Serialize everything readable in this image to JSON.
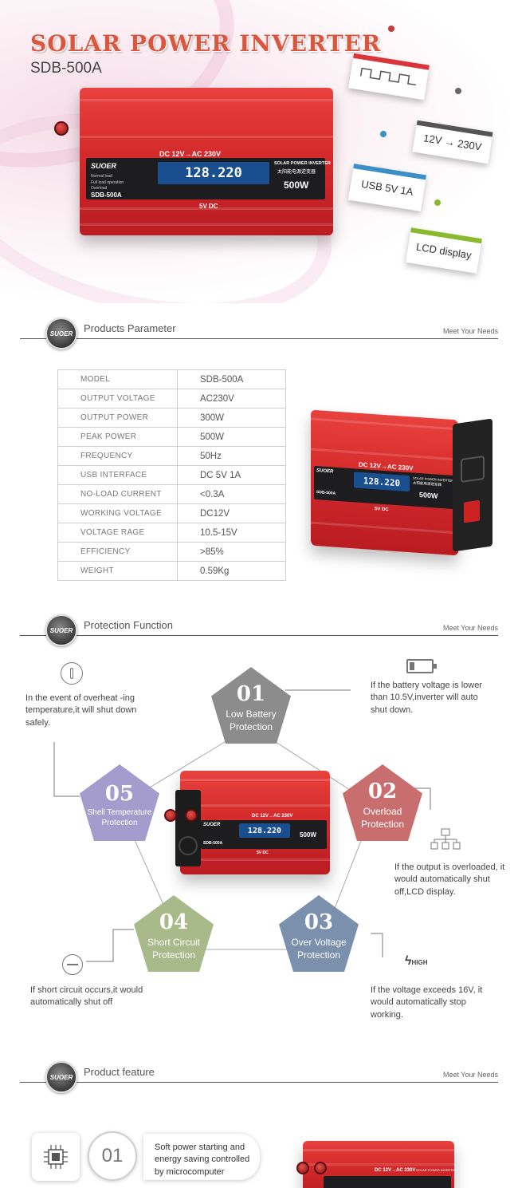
{
  "hero": {
    "title": "SOLAR POWER INVERTER",
    "model": "SDB-500A",
    "inverter": {
      "brand": "SUOER",
      "dc_label": "DC 12V→AC 230V",
      "panel_title": "SOLAR POWER INVERTER",
      "panel_subtitle": "太阳能电源逆变器",
      "lcd_reading": "128.220",
      "watt": "500W",
      "usb": "5V DC",
      "model": "SDB-500A",
      "legend": [
        "Normal load",
        "Full load operation",
        "Overload"
      ]
    },
    "tags": [
      {
        "label": "",
        "icon": "square-wave-icon",
        "color": "#d8343a"
      },
      {
        "label": "12V → 230V",
        "color": "#555555"
      },
      {
        "label": "USB 5V 1A",
        "color": "#3a8fc8"
      },
      {
        "label": "LCD display",
        "color": "#8ab92d"
      }
    ]
  },
  "sections": {
    "parameter": {
      "title": "Products Parameter",
      "sub": "Meet Your Needs"
    },
    "protection": {
      "title": "Protection Function",
      "sub": "Meet Your Needs"
    },
    "feature": {
      "title": "Product feature",
      "sub": "Meet Your Needs"
    }
  },
  "params": [
    {
      "key": "MODEL",
      "value": "SDB-500A"
    },
    {
      "key": "OUTPUT VOLTAGE",
      "value": "AC230V"
    },
    {
      "key": "OUTPUT POWER",
      "value": "300W"
    },
    {
      "key": "PEAK POWER",
      "value": "500W"
    },
    {
      "key": "FREQUENCY",
      "value": "50Hz"
    },
    {
      "key": "USB INTERFACE",
      "value": "DC 5V 1A"
    },
    {
      "key": "NO-LOAD CURRENT",
      "value": "<0.3A"
    },
    {
      "key": "WORKING VOLTAGE",
      "value": "DC12V"
    },
    {
      "key": "VOLTAGE RAGE",
      "value": "10.5-15V"
    },
    {
      "key": "EFFICIENCY",
      "value": ">85%"
    },
    {
      "key": "WEIGHT",
      "value": "0.59Kg"
    }
  ],
  "protection": [
    {
      "num": "01",
      "label": "Low Battery Protection",
      "color": "#8c8c8c",
      "text": "If the battery voltage is lower than 10.5V,inverter will auto shut down."
    },
    {
      "num": "02",
      "label": "Overload Protection",
      "color": "#c96e6e",
      "text": "If the output is overloaded, it would automatically shut off,LCD display."
    },
    {
      "num": "03",
      "label": "Over Voltage Protection",
      "color": "#7b90ad",
      "text": "If the voltage exceeds 16V, it would automatically stop working.",
      "icon_text": "HIGH"
    },
    {
      "num": "04",
      "label": "Short Circuit Protection",
      "color": "#a8b98a",
      "text": "If short circuit occurs,it would automatically shut off"
    },
    {
      "num": "05",
      "label": "Shell Temperature Protection",
      "color": "#a49ccc",
      "text": "In the event of overheat -ing temperature,it will shut down safely."
    }
  ],
  "protection_inverter": {
    "brand": "SUOER",
    "dc_label": "DC 12V→AC 230V",
    "lcd_reading": "128.220",
    "watt": "500W",
    "usb": "5V DC",
    "model": "SDB-500A"
  },
  "param_inverter": {
    "brand": "SUOER",
    "dc_label": "DC 12V→AC 230V",
    "lcd_reading": "128.220",
    "watt": "500W",
    "usb": "5V DC",
    "model": "SDB-500A",
    "panel_title": "SOLAR POWER INVERTER",
    "panel_subtitle": "太阳能电源逆变器"
  },
  "feature": {
    "items": [
      {
        "num": "01",
        "text": "Soft power starting and energy saving controlled by microcomputer"
      }
    ],
    "inverter": {
      "dc_label": "DC 12V→AC 230V",
      "panel_title": "SOLAR POWER INVERTER"
    }
  }
}
